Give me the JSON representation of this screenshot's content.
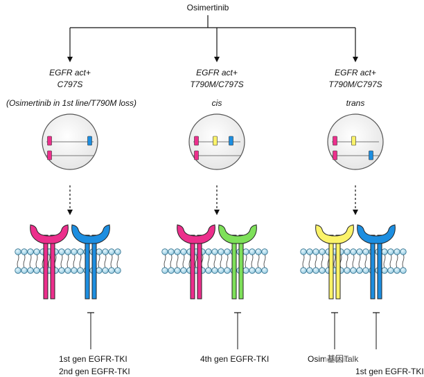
{
  "top_label": "Osimertinib",
  "colors": {
    "magenta": "#ec2f8c",
    "blue": "#1d8ee0",
    "yellow": "#fbf36a",
    "green": "#7ee05a",
    "membrane_head": "#a7d6ea",
    "circle_fill": "#f6f6f6"
  },
  "columns": [
    {
      "title_line1": "EGFR act+",
      "title_line2": "C797S",
      "subtitle": "(Osimertinib in 1st line/T790M loss)",
      "allele1_markers": [
        "magenta",
        "blue"
      ],
      "allele2_markers": [
        "magenta"
      ],
      "receptor_colors": [
        "magenta",
        "blue"
      ],
      "drugs": [
        "1st gen EGFR-TKI",
        "2nd gen EGFR-TKI"
      ]
    },
    {
      "title_line1": "EGFR act+",
      "title_line2": "T790M/C797S",
      "subtitle": "cis",
      "allele1_markers": [
        "magenta",
        "yellow",
        "blue"
      ],
      "allele2_markers": [
        "magenta"
      ],
      "receptor_colors": [
        "magenta",
        "green"
      ],
      "drugs": [
        "4th gen EGFR-TKI"
      ]
    },
    {
      "title_line1": "EGFR act+",
      "title_line2": "T790M/C797S",
      "subtitle": "trans",
      "allele1_markers": [
        "magenta",
        "yellow"
      ],
      "allele2_markers": [
        "magenta",
        "blue"
      ],
      "receptor_colors": [
        "yellow",
        "blue"
      ],
      "drugs": [
        "Osimertinib",
        "1st gen EGFR-TKI"
      ]
    }
  ],
  "watermark": "基因Talk"
}
